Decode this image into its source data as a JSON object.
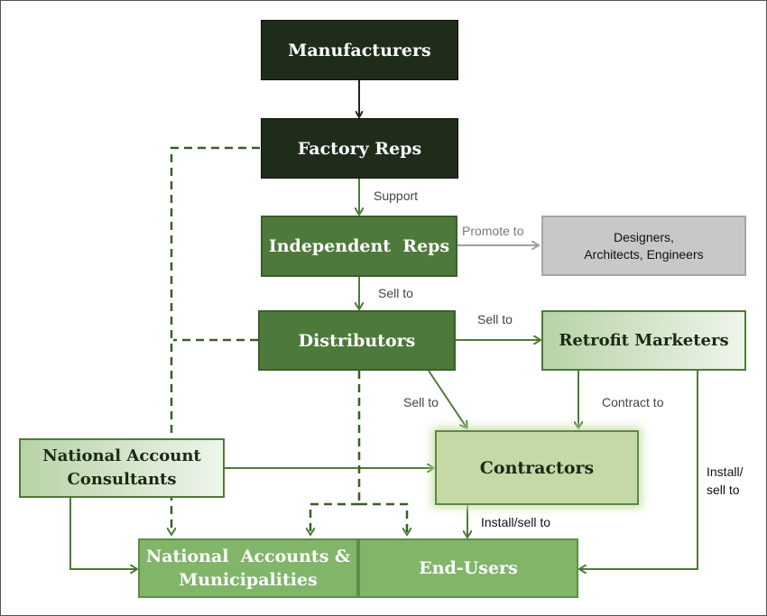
{
  "nodes": {
    "manufacturers": "Manufacturers",
    "factory_reps": "Factory Reps",
    "independent_reps": "Independent  Reps",
    "designers_line1": "Designers,",
    "designers_line2": "Architects, Engineers",
    "distributors": "Distributors",
    "retrofit_marketers": "Retrofit Marketers",
    "national_account_consultants_line1": "National Account",
    "national_account_consultants_line2": "Consultants",
    "contractors": "Contractors",
    "national_accounts_line1": "National  Accounts &",
    "national_accounts_line2": "Municipalities",
    "end_users": "End-Users"
  },
  "edge_labels": {
    "support": "Support",
    "promote_to": "Promote to",
    "sell_to_reps": "Sell to",
    "sell_to_retrofit": "Sell to",
    "sell_to_contractors": "Sell to",
    "contract_to": "Contract to",
    "install_sell_to": "Install/sell to",
    "install_sell_to_right_line1": "Install/",
    "install_sell_to_right_line2": "sell to"
  },
  "colors": {
    "dark_box": "#1f2c1a",
    "mid_box": "#4d7a3a",
    "light_box": "#b7d3a7",
    "contractors_box": "#c4d9a6",
    "gray_box": "#c8c8c8",
    "bottom_box": "#81b56a",
    "arrow": "#4d7a3a"
  }
}
